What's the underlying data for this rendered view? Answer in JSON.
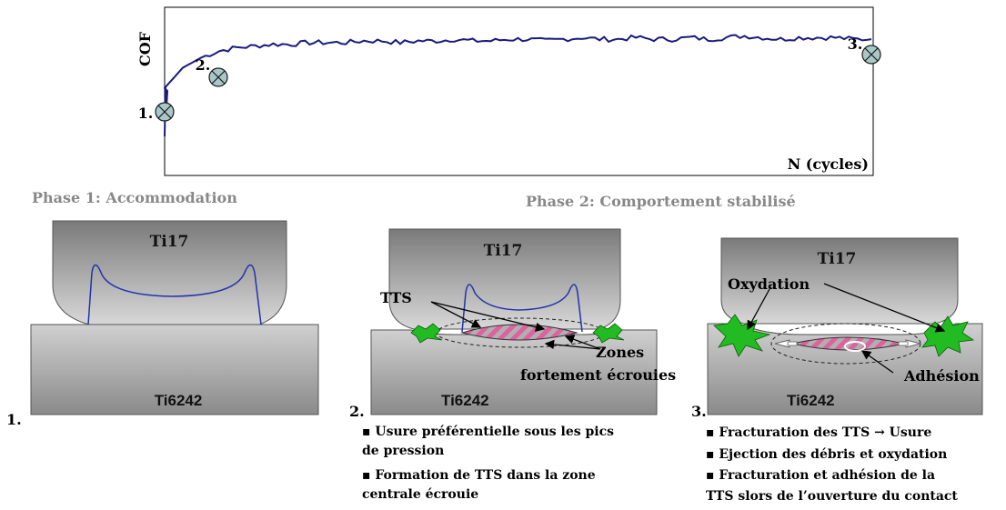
{
  "chart": {
    "ylabel": "COF",
    "xlabel": "N (cycles)",
    "points": [
      {
        "label": "1."
      },
      {
        "label": "2."
      },
      {
        "label": "3."
      }
    ]
  },
  "chart_data": {
    "type": "line",
    "xlabel": "N (cycles)",
    "ylabel": "COF",
    "series": [
      {
        "values": [
          0.52,
          0.64,
          0.7,
          0.74,
          0.76,
          0.77,
          0.78,
          0.78,
          0.79,
          0.79,
          0.79,
          0.8,
          0.8,
          0.79,
          0.8,
          0.8,
          0.81,
          0.8,
          0.8,
          0.81,
          0.81,
          0.8,
          0.81,
          0.82,
          0.81,
          0.81,
          0.82,
          0.81,
          0.81,
          0.82,
          0.81,
          0.82,
          0.83,
          0.82,
          0.81,
          0.82,
          0.82,
          0.82,
          0.81,
          0.81
        ]
      }
    ]
  },
  "phases": {
    "phase1": "Phase 1: Accommodation",
    "phase2": "Phase 2: Comportement stabilisé"
  },
  "panels": [
    {
      "num": "1.",
      "top": "Ti17",
      "bottom": "Ti6242",
      "bullets": []
    },
    {
      "num": "2.",
      "top": "Ti17",
      "bottom": "Ti6242",
      "tts": "TTS",
      "zones_line1": "Zones",
      "zones_line2": "fortement écrouies",
      "bullets": [
        "▪ Usure préférentielle sous les pics",
        "de pression",
        "▪ Formation de TTS dans la zone",
        "centrale écrouie"
      ]
    },
    {
      "num": "3.",
      "top": "Ti17",
      "bottom": "Ti6242",
      "oxydation": "Oxydation",
      "adhesion": "Adhésion",
      "bullets": [
        "▪ Fracturation des TTS → Usure",
        "▪ Ejection des débris et oxydation",
        "▪ Fracturation et adhésion de la",
        "TTS slors de l’ouverture du contact"
      ]
    }
  ],
  "colors": {
    "curve": "#1a1a80",
    "marker_fill": "#a8c8c8",
    "block_top": "#808080",
    "tts_pink": "#e060a0",
    "debris_green": "#22bb22"
  }
}
